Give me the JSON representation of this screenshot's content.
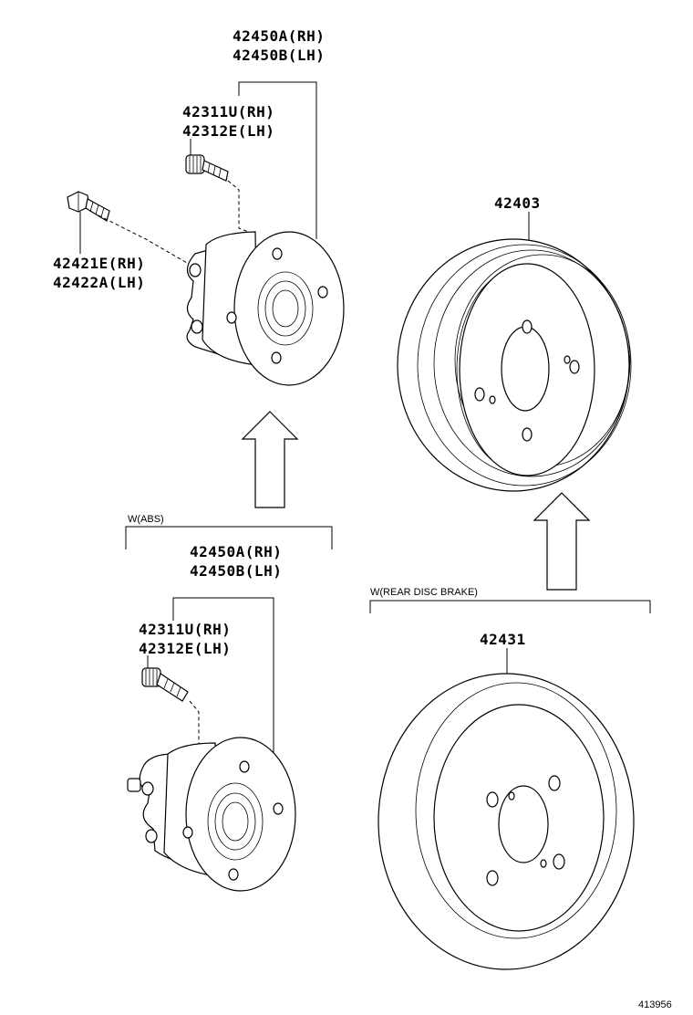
{
  "top_assembly": {
    "hub_part_rh": "42450A(RH)",
    "hub_part_lh": "42450B(LH)",
    "stud_part_rh": "42311U(RH)",
    "stud_part_lh": "42312E(LH)",
    "bolt_part_rh": "42421E(RH)",
    "bolt_part_lh": "42422A(LH)"
  },
  "abs_assembly": {
    "condition": "W(ABS)",
    "hub_part_rh": "42450A(RH)",
    "hub_part_lh": "42450B(LH)",
    "stud_part_rh": "42311U(RH)",
    "stud_part_lh": "42312E(LH)"
  },
  "drum": {
    "part": "42403"
  },
  "disc_assembly": {
    "condition": "W(REAR DISC BRAKE)",
    "disc_part": "42431"
  },
  "illustration_number": "413956"
}
